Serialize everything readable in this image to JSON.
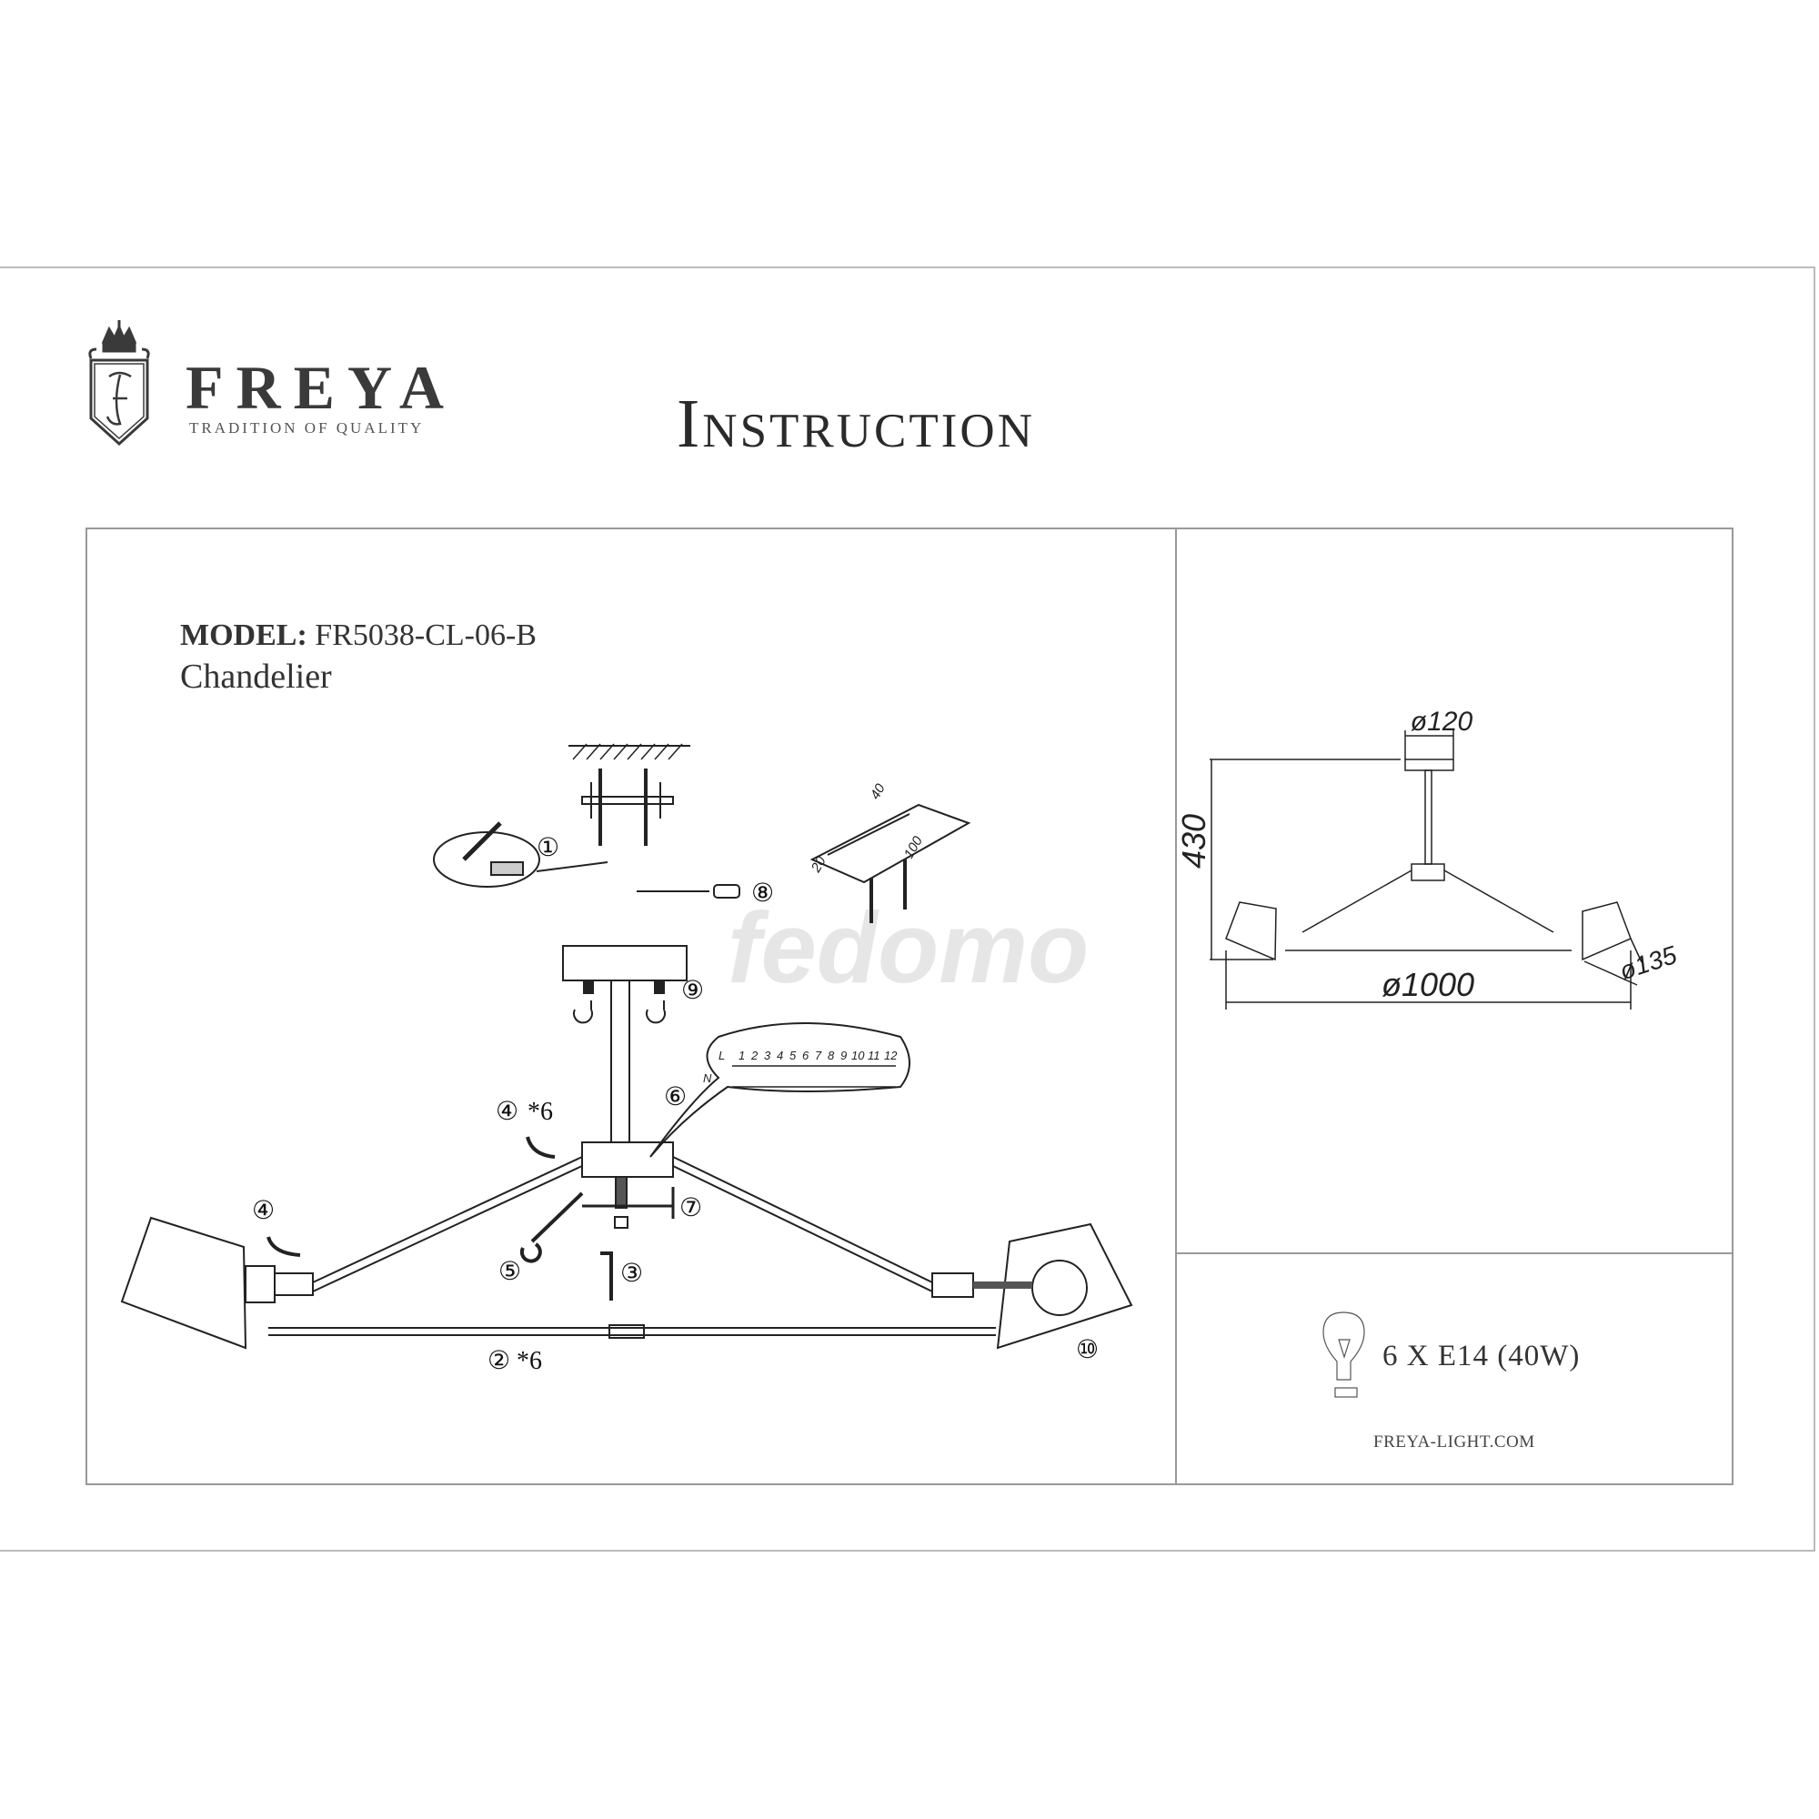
{
  "header": {
    "brand_name": "FREYA",
    "brand_tagline": "TRADITION OF QUALITY",
    "title": "Instruction"
  },
  "product": {
    "model_label": "MODEL:",
    "model_value": "FR5038-CL-06-B",
    "type": "Chandelier"
  },
  "assembly_diagram": {
    "steps": [
      "①",
      "②",
      "③",
      "④",
      "⑤",
      "⑥",
      "⑦",
      "⑧",
      "⑨",
      "⑩"
    ],
    "multiplier": "*6",
    "wiring_table": {
      "row_l": "L",
      "row_n": "N",
      "columns": [
        "1",
        "2",
        "3",
        "4",
        "5",
        "6",
        "7",
        "8",
        "9",
        "10",
        "11",
        "12"
      ]
    },
    "bracket_dims": [
      "40",
      "20",
      "100"
    ],
    "watermark": "fedomo"
  },
  "dimensions": {
    "canopy": "ø120",
    "height": "430",
    "diameter": "ø1000",
    "shade": "ø135"
  },
  "specs": {
    "lamps": "6 X E14 (40W)",
    "website": "FREYA-LIGHT.COM",
    "icon": "light-bulb-icon"
  },
  "colors": {
    "ink": "#333333",
    "frame": "#999999"
  }
}
